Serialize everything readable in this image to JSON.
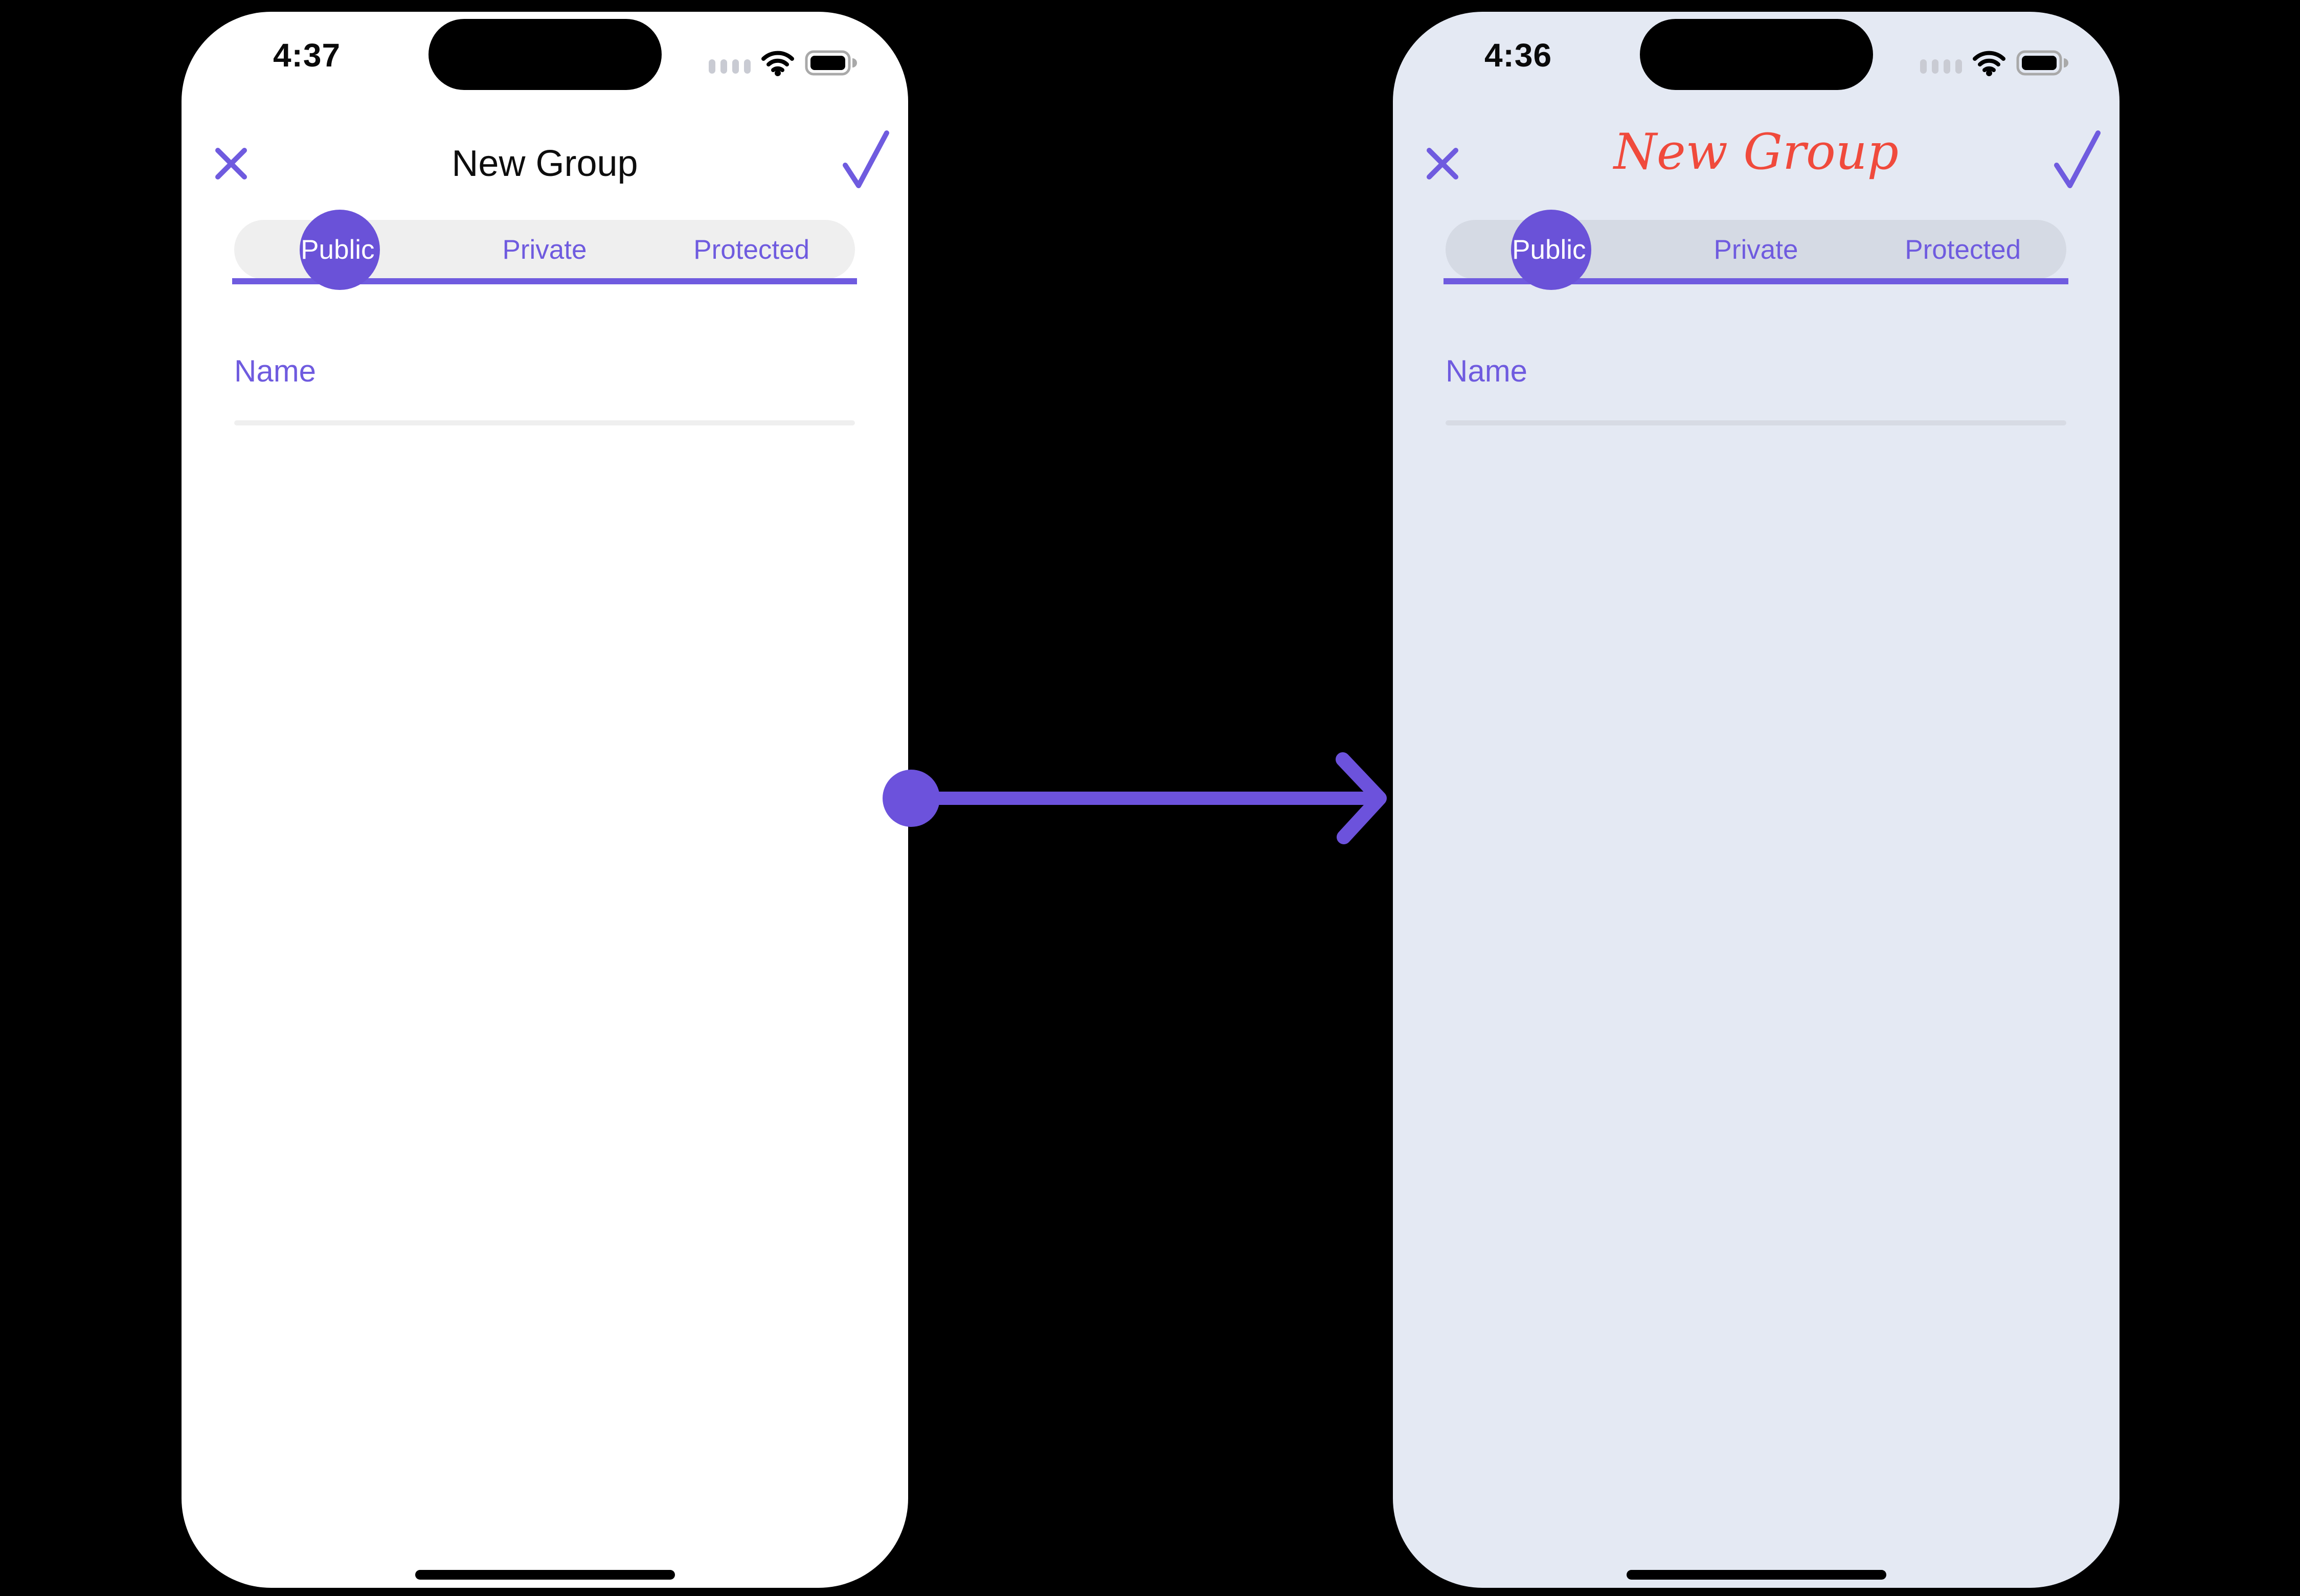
{
  "colors": {
    "accent": "#6F5BDF",
    "indicator": "#6A52D8",
    "arrow": "#6C52DC",
    "title-red": "#F04A3C",
    "phone-left-bg": "#FFFFFF",
    "phone-right-bg": "#E4E9F3",
    "seg-left-bg": "#EFEFEF",
    "seg-right-bg": "#D5DAE4",
    "line-left": "#EFEFEF",
    "line-right": "#D7DBE4",
    "dots-gray": "#C9CBD3",
    "battery-outline": "#A9A9A9"
  },
  "icons": {
    "close": "close-icon",
    "confirm": "check-icon",
    "cellular": "cellular-dots-icon",
    "wifi": "wifi-icon",
    "battery": "battery-icon",
    "arrow": "transition-arrow"
  },
  "phones": {
    "left": {
      "status": {
        "time": "4:37"
      },
      "nav": {
        "title": "New Group"
      },
      "tabs": [
        "Public",
        "Private",
        "Protected"
      ],
      "selected_tab": "Public",
      "form": {
        "name_placeholder": "Name"
      }
    },
    "right": {
      "status": {
        "time": "4:36"
      },
      "nav": {
        "title": "New Group"
      },
      "tabs": [
        "Public",
        "Private",
        "Protected"
      ],
      "selected_tab": "Public",
      "form": {
        "name_placeholder": "Name"
      }
    }
  }
}
